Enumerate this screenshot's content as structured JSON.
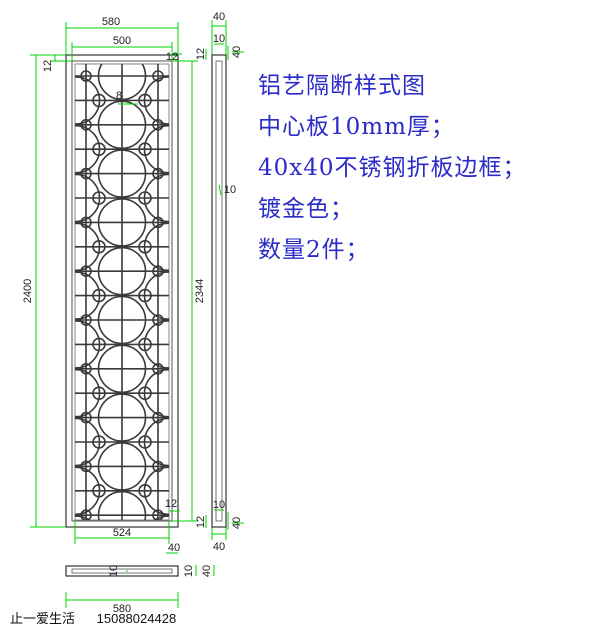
{
  "dimensions": {
    "overall_width": "580",
    "inner_width": "500",
    "bottom_inner_width": "524",
    "bottom_width_cut": "580",
    "overall_height": "2400",
    "inner_height": "2344",
    "frame_top_left": "12",
    "frame_top_right": "12",
    "frame_bottom_right": "12",
    "frame_bottom_left": "12",
    "side_depth_top": "40",
    "side_depth_bottom": "40",
    "side_plate_top": "10",
    "side_plate_bottom": "10",
    "side_frame_top": "40",
    "side_frame_bottom": "40",
    "side_top_small": "12",
    "side_center_plate": "10",
    "top_view_frame": "40",
    "top_view_plate": "10",
    "top_view_plate_right": "10",
    "top_view_frame_right": "40",
    "center_mark": "8"
  },
  "spec": {
    "title": "铝艺隔断样式图",
    "line1": "中心板10mm厚；",
    "line2": "40x40不锈钢折板边框；",
    "line3": "镀金色；",
    "line4": "数量2件；"
  },
  "footer": {
    "brand": "止一爱生活",
    "phone": "15088024428"
  },
  "colors": {
    "dimension_line": "#00d400",
    "outline": "#333333",
    "spec_text": "#2b2bc8"
  }
}
